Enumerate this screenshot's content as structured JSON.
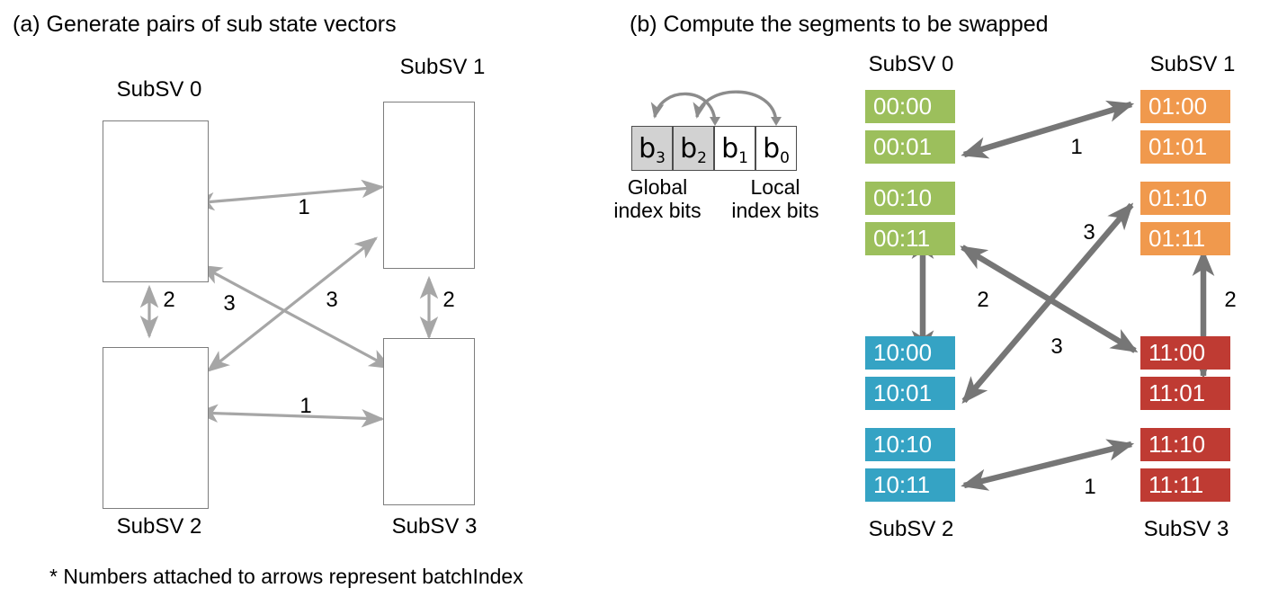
{
  "panels": {
    "a": {
      "title": "(a) Generate pairs of sub state vectors",
      "boxes": [
        {
          "label": "SubSV 0"
        },
        {
          "label": "SubSV 1"
        },
        {
          "label": "SubSV 2"
        },
        {
          "label": "SubSV 3"
        }
      ],
      "arrow_labels": {
        "top_horizontal": "1",
        "left_vertical": "2",
        "right_vertical": "2",
        "diagonal_left": "3",
        "diagonal_right": "3",
        "bottom_horizontal": "1"
      }
    },
    "b": {
      "title": "(b) Compute the segments to be swapped",
      "bits": {
        "cells": [
          {
            "name": "b3",
            "base": "b",
            "sub": "3",
            "kind": "global"
          },
          {
            "name": "b2",
            "base": "b",
            "sub": "2",
            "kind": "global"
          },
          {
            "name": "b1",
            "base": "b",
            "sub": "1",
            "kind": "local"
          },
          {
            "name": "b0",
            "base": "b",
            "sub": "0",
            "kind": "local"
          }
        ],
        "caption_global": "Global\nindex bits",
        "caption_global_line1": "Global",
        "caption_global_line2": "index bits",
        "caption_local_line1": "Local",
        "caption_local_line2": "index bits",
        "shaded_color": "#d2d2d2",
        "plain_color": "#ffffff"
      },
      "groups": [
        {
          "label": "SubSV 0",
          "label_position": "top",
          "color": "#9cbf5c",
          "segments": [
            "00:00",
            "00:01",
            "00:10",
            "00:11"
          ]
        },
        {
          "label": "SubSV 1",
          "label_position": "top",
          "color": "#f0994d",
          "segments": [
            "01:00",
            "01:01",
            "01:10",
            "01:11"
          ]
        },
        {
          "label": "SubSV 2",
          "label_position": "bottom",
          "color": "#35a3c4",
          "segments": [
            "10:00",
            "10:01",
            "10:10",
            "10:11"
          ]
        },
        {
          "label": "SubSV 3",
          "label_position": "bottom",
          "color": "#bf3b33",
          "segments": [
            "11:00",
            "11:01",
            "11:10",
            "11:11"
          ]
        }
      ],
      "arrow_labels": {
        "top_pair": "1",
        "left_vertical": "2",
        "right_vertical": "2",
        "diagonal_upper": "3",
        "diagonal_lower": "3",
        "bottom_pair": "1"
      }
    }
  },
  "footnote": "* Numbers attached to arrows represent batchIndex",
  "colors": {
    "arrow_light": "#a6a6a6",
    "arrow_dark": "#767676",
    "box_border": "#7d7d7d",
    "text": "#000000"
  }
}
